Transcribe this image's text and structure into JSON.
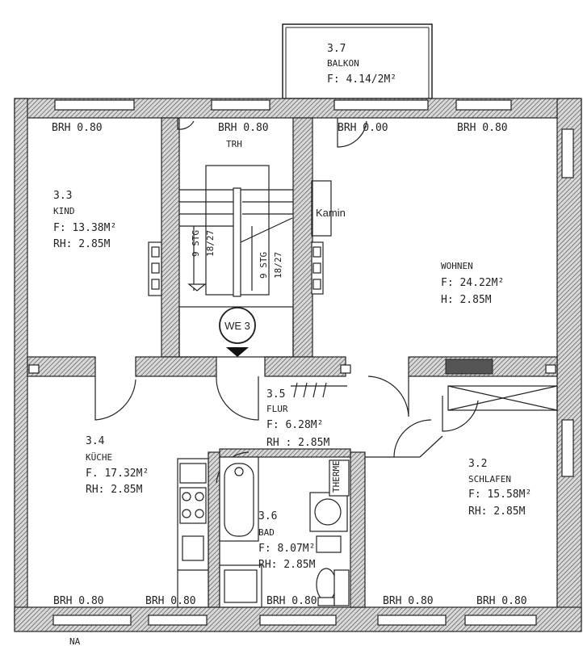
{
  "rooms": {
    "balkon": {
      "num": "3.7",
      "name": "BALKON",
      "area": "F: 4.14/2M²"
    },
    "kind": {
      "num": "3.3",
      "name": "KIND",
      "area": "F: 13.38M²",
      "height": "RH: 2.85M"
    },
    "wohnen": {
      "name": "WOHNEN",
      "area": "F: 24.22M²",
      "height": "H: 2.85M"
    },
    "kueche": {
      "num": "3.4",
      "name": "KÜCHE",
      "area": "F. 17.32M²",
      "height": "RH: 2.85M"
    },
    "flur": {
      "num": "3.5",
      "name": "FLUR",
      "area": "F: 6.28M²",
      "height": "RH : 2.85M"
    },
    "bad": {
      "num": "3.6",
      "name": "BAD",
      "area": "F: 8.07M²",
      "height": "RH: 2.85M"
    },
    "schlafen": {
      "num": "3.2",
      "name": "SCHLAFEN",
      "area": "F: 15.58M²",
      "height": "RH: 2.85M"
    }
  },
  "labels": {
    "trh": "TRH",
    "kamin": "Kamin",
    "we": "WE 3",
    "therme": "THERME",
    "stair_left": "9 STG",
    "stair_left_ratio": "18/27",
    "stair_right": "9 STG",
    "stair_right_ratio": "18/27",
    "brh_top_kind": "BRH 0.80",
    "brh_top_trh": "BRH 0.80",
    "brh_top_wohnen_door": "BRH 0.00",
    "brh_top_wohnen": "BRH 0.80",
    "brh_bot_kueche_1": "BRH 0.80",
    "brh_bot_kueche_2": "BRH 0.80",
    "brh_bot_bad": "BRH 0.80",
    "brh_bot_schlafen_1": "BRH 0.80",
    "brh_bot_schlafen_2": "BRH 0.80",
    "bottom_note": "NA"
  }
}
